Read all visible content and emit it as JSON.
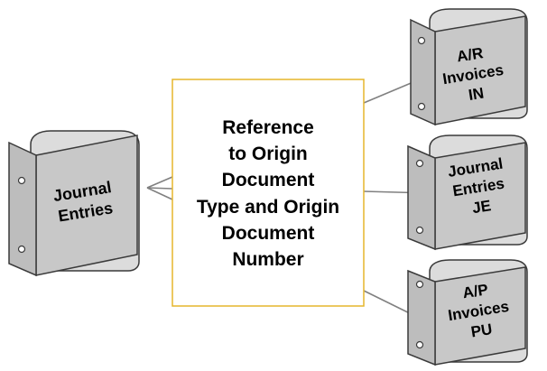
{
  "center_box": {
    "lines": [
      "Reference",
      "to Origin",
      "Document",
      "Type and Origin",
      "Document",
      "Number"
    ],
    "border_color": "#E5B52C"
  },
  "binders": {
    "source": {
      "lines": [
        "Journal",
        "Entries"
      ]
    },
    "targets": [
      {
        "lines": [
          "A/R",
          "Invoices",
          "IN"
        ]
      },
      {
        "lines": [
          "Journal",
          "Entries",
          "JE"
        ]
      },
      {
        "lines": [
          "A/P",
          "Invoices",
          "PU"
        ]
      }
    ]
  },
  "colors": {
    "binder_fill": "#C8C8C8",
    "binder_shade": "#DCDCDC",
    "binder_stroke": "#3A3A3A",
    "arrow": "#808080"
  }
}
